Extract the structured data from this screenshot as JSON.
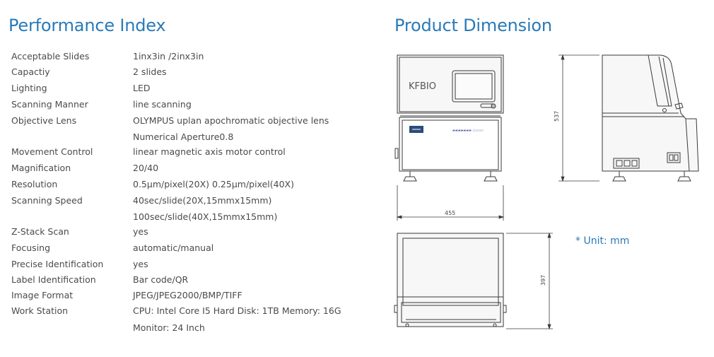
{
  "performance": {
    "title": "Performance Index",
    "rows": [
      {
        "label": "Acceptable Slides",
        "value": "1inx3in /2inx3in"
      },
      {
        "label": "Capactiy",
        "value": "2 slides"
      },
      {
        "label": "Lighting",
        "value": "LED"
      },
      {
        "label": "Scanning Manner",
        "value": "line scanning"
      },
      {
        "label": "Objective Lens",
        "value": "OLYMPUS uplan apochromatic objective lens"
      },
      {
        "label": "",
        "value": "Numerical Aperture0.8"
      },
      {
        "label": "Movement Control",
        "value": "linear magnetic axis motor control"
      },
      {
        "label": "Magnification",
        "value": "20/40"
      },
      {
        "label": "Resolution",
        "value": "0.5μm/pixel(20X)  0.25μm/pixel(40X)"
      },
      {
        "label": "Scanning Speed",
        "value": "40sec/slide(20X,15mmx15mm)"
      },
      {
        "label": "",
        "value": "100sec/slide(40X,15mmx15mm)"
      },
      {
        "label": "Z-Stack Scan",
        "value": "yes"
      },
      {
        "label": "Focusing",
        "value": "automatic/manual"
      },
      {
        "label": "Precise Identification",
        "value": "yes"
      },
      {
        "label": "Label Identification",
        "value": "Bar code/QR"
      },
      {
        "label": "Image Format",
        "value": "JPEG/JPEG2000/BMP/TIFF"
      },
      {
        "label": "Work Station",
        "value": "CPU: Intel Core I5  Hard Disk: 1TB  Memory: 16G"
      },
      {
        "label": "",
        "value": "Monitor: 24 Inch"
      }
    ]
  },
  "dimension": {
    "title": "Product Dimension",
    "front_logo": "KFBIO",
    "front_panel_brand": "KFBIO",
    "width_label": "455",
    "height_label": "537",
    "depth_label": "397",
    "unit_note": "* Unit: mm"
  },
  "colors": {
    "title": "#2a7ab8",
    "text": "#4a4a4a",
    "line": "#3a3a3a"
  }
}
